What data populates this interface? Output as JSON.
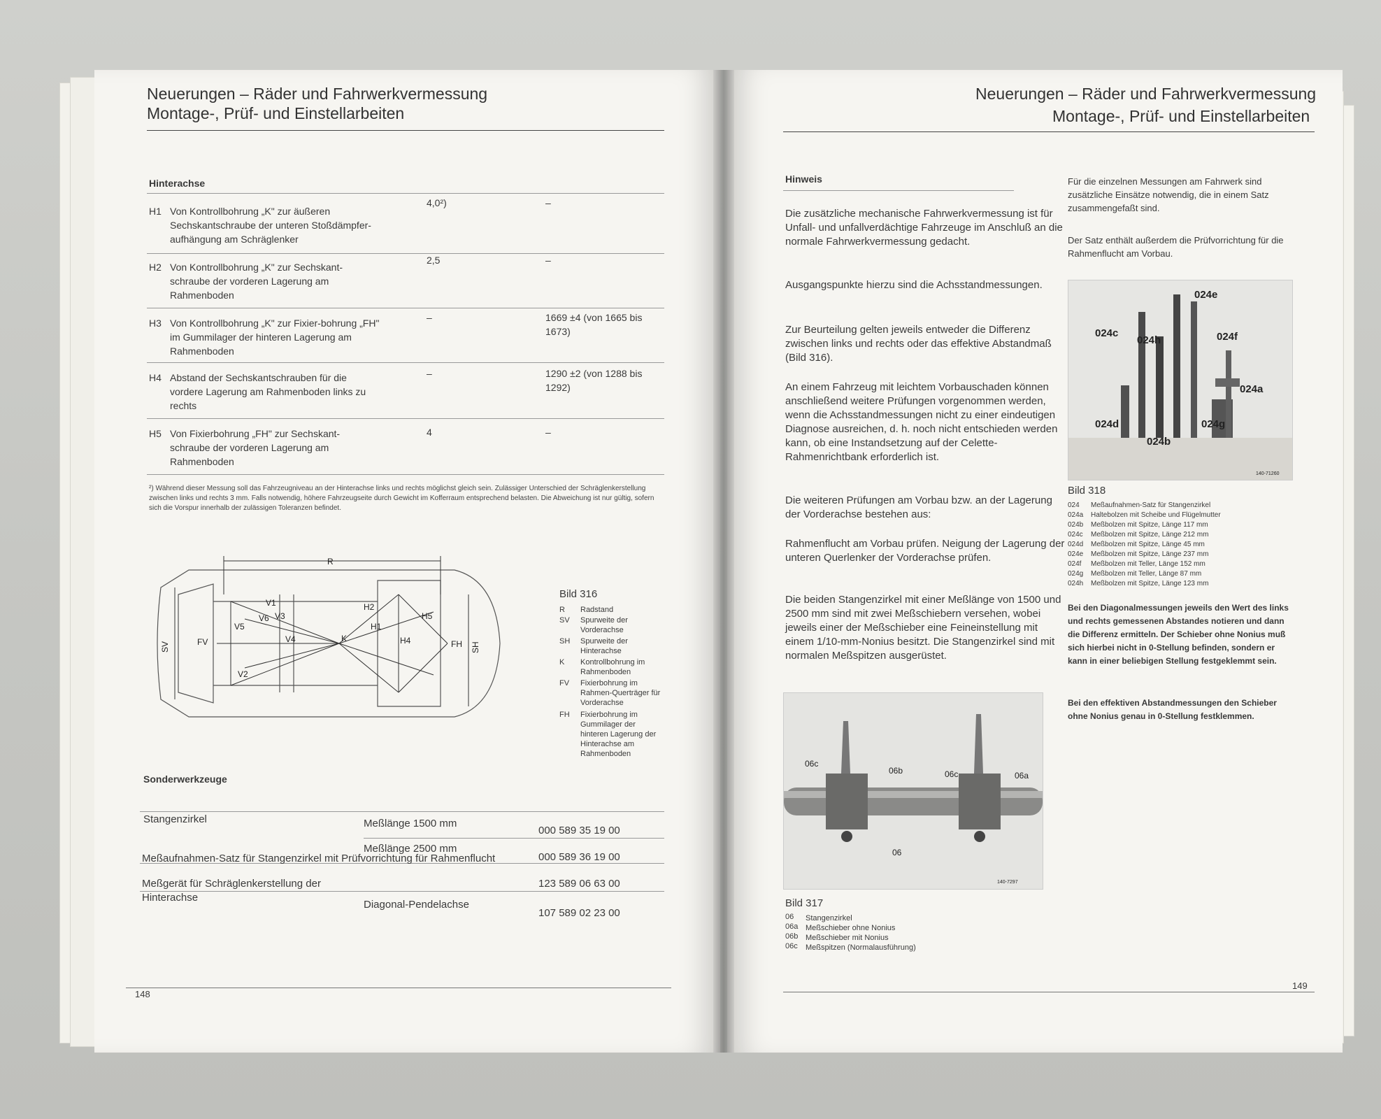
{
  "left": {
    "header_line1": "Neuerungen – Räder und Fahrwerkvermessung",
    "header_line2": "Montage-, Prüf- und Einstellarbeiten",
    "section": "Hinterachse",
    "rows": [
      {
        "code": "H1",
        "desc": "Von Kontrollbohrung „K\" zur äußeren Sechskantschraube der unteren Stoßdämpfer-aufhängung am Schräglenker",
        "val1": "4,0²)",
        "val2": "–"
      },
      {
        "code": "H2",
        "desc": "Von Kontrollbohrung „K\" zur Sechskant-schraube der vorderen Lagerung am Rahmenboden",
        "val1": "2,5",
        "val2": "–"
      },
      {
        "code": "H3",
        "desc": "Von Kontrollbohrung „K\" zur Fixier-bohrung „FH\" im Gummilager der hinteren Lagerung am Rahmenboden",
        "val1": "–",
        "val2": "1669 ±4 (von 1665 bis 1673)"
      },
      {
        "code": "H4",
        "desc": "Abstand der Sechskantschrauben für die vordere Lagerung am Rahmenboden links zu rechts",
        "val1": "–",
        "val2": "1290 ±2 (von 1288 bis 1292)"
      },
      {
        "code": "H5",
        "desc": "Von Fixierbohrung „FH\" zur Sechskant-schraube der vorderen Lagerung am Rahmenboden",
        "val1": "4",
        "val2": "–"
      }
    ],
    "footnote": "²) Während dieser Messung soll das Fahrzeugniveau an der Hinterachse links und rechts möglichst gleich sein. Zulässiger Unterschied der Schräglenkerstellung zwischen links und rechts 3 mm. Falls notwendig, höhere Fahrzeugseite durch Gewicht im Kofferraum entsprechend belasten. Die Abweichung ist nur gültig, sofern sich die Vorspur innerhalb der zulässigen Toleranzen befindet.",
    "figure_title": "Bild 316",
    "figure_legend": [
      {
        "code": "R",
        "text": "Radstand"
      },
      {
        "code": "SV",
        "text": "Spurweite der Vorderachse"
      },
      {
        "code": "SH",
        "text": "Spurweite der Hinterachse"
      },
      {
        "code": "K",
        "text": "Kontrollbohrung im Rahmenboden"
      },
      {
        "code": "FV",
        "text": "Fixierbohrung im Rahmen-Querträger für Vorderachse"
      },
      {
        "code": "FH",
        "text": "Fixierbohrung im Gummilager der hinteren Lagerung der Hinterachse am Rahmenboden"
      }
    ],
    "diagram_labels": {
      "R": "R",
      "SV": "SV",
      "SH": "SH",
      "K": "K",
      "FV": "FV",
      "FH": "FH",
      "H1": "H1",
      "H2": "H2",
      "H4": "H4",
      "H5": "H5",
      "V1": "V1",
      "V2": "V2",
      "V3": "V3",
      "V4": "V4",
      "V5": "V5",
      "V6": "V6"
    },
    "tools_title": "Sonderwerkzeuge",
    "tools": [
      {
        "name": "Stangenzirkel",
        "spec": "Meßlänge 1500 mm",
        "number": "000 589 35 19 00"
      },
      {
        "name": "",
        "spec": "Meßlänge 2500 mm",
        "number": "000 589 36 19 00"
      },
      {
        "name": "Meßaufnahmen-Satz für Stangenzirkel mit Prüfvorrichtung für Rahmenflucht",
        "spec": "",
        "number": "123 589 06 63 00"
      },
      {
        "name": "Meßgerät für Schräglenkerstellung der Hinterachse",
        "spec": "Diagonal-Pendelachse",
        "number": "107 589 02 23 00"
      }
    ],
    "page_number": "148"
  },
  "right": {
    "header_line1": "Neuerungen – Räder und Fahrwerkvermessung",
    "header_line2": "Montage-, Prüf- und Einstellarbeiten",
    "note_title": "Hinweis",
    "paragraphs": [
      "Die zusätzliche mechanische Fahrwerkvermessung ist für Unfall- und unfallverdächtige Fahrzeuge im Anschluß an die normale Fahrwerkvermessung gedacht.",
      "Ausgangspunkte hierzu sind die Achsstandmessungen.",
      "Zur Beurteilung gelten jeweils entweder die Differenz zwischen links und rechts oder das effektive Abstandmaß (Bild 316).",
      "An einem Fahrzeug mit leichtem Vorbauschaden können anschließend weitere Prüfungen vorgenommen werden, wenn die Achsstandmessungen nicht zu einer eindeutigen Diagnose ausreichen, d. h. noch nicht entschieden werden kann, ob eine Instandsetzung auf der Celette-Rahmenrichtbank erforderlich ist.",
      "Die weiteren Prüfungen am Vorbau bzw. an der Lagerung der Vorderachse bestehen aus:",
      "Rahmenflucht am Vorbau prüfen. Neigung der Lagerung der unteren Querlenker der Vorderachse prüfen.",
      "Die beiden Stangenzirkel mit einer Meßlänge von 1500 und 2500 mm sind mit zwei Meßschiebern versehen, wobei jeweils einer der Meßschieber eine Feineinstellung mit einem 1/10-mm-Nonius besitzt. Die Stangenzirkel sind mit normalen Meßspitzen ausgerüstet."
    ],
    "col2_paragraphs": [
      "Für die einzelnen Messungen am Fahrwerk sind zusätzliche Einsätze notwendig, die in einem Satz zusammengefaßt sind.",
      "Der Satz enthält außerdem die Prüfvorrichtung für die Rahmenflucht am Vorbau."
    ],
    "fig318_title": "Bild 318",
    "fig318_labels": [
      "024e",
      "024c",
      "024h",
      "024f",
      "024a",
      "024d",
      "024g",
      "024b"
    ],
    "fig318_code": "140-71260",
    "fig318_legend": [
      {
        "code": "024",
        "text": "Meßaufnahmen-Satz für Stangenzirkel"
      },
      {
        "code": "024a",
        "text": "Haltebolzen mit Scheibe und Flügelmutter"
      },
      {
        "code": "024b",
        "text": "Meßbolzen mit Spitze, Länge 117 mm"
      },
      {
        "code": "024c",
        "text": "Meßbolzen mit Spitze, Länge 212 mm"
      },
      {
        "code": "024d",
        "text": "Meßbolzen mit Spitze, Länge 45 mm"
      },
      {
        "code": "024e",
        "text": "Meßbolzen mit Spitze, Länge 237 mm"
      },
      {
        "code": "024f",
        "text": "Meßbolzen mit Teller, Länge 152 mm"
      },
      {
        "code": "024g",
        "text": "Meßbolzen mit Teller, Länge 87 mm"
      },
      {
        "code": "024h",
        "text": "Meßbolzen mit Spitze, Länge 123 mm"
      }
    ],
    "bold_para1": "Bei den Diagonalmessungen jeweils den Wert des links und rechts gemessenen Abstandes notieren und dann die Differenz ermitteln. Der Schieber ohne Nonius muß sich hierbei nicht in 0-Stellung befinden, sondern er kann in einer beliebigen Stellung festgeklemmt sein.",
    "bold_para2": "Bei den effektiven Abstandmessungen den Schieber ohne Nonius genau in 0-Stellung festklemmen.",
    "fig317_title": "Bild 317",
    "fig317_labels": [
      "06c",
      "06b",
      "06c",
      "06a",
      "06"
    ],
    "fig317_code": "140-7297",
    "fig317_legend": [
      {
        "code": "06",
        "text": "Stangenzirkel"
      },
      {
        "code": "06a",
        "text": "Meßschieber ohne Nonius"
      },
      {
        "code": "06b",
        "text": "Meßschieber mit Nonius"
      },
      {
        "code": "06c",
        "text": "Meßspitzen (Normalausführung)"
      }
    ],
    "page_number": "149"
  }
}
